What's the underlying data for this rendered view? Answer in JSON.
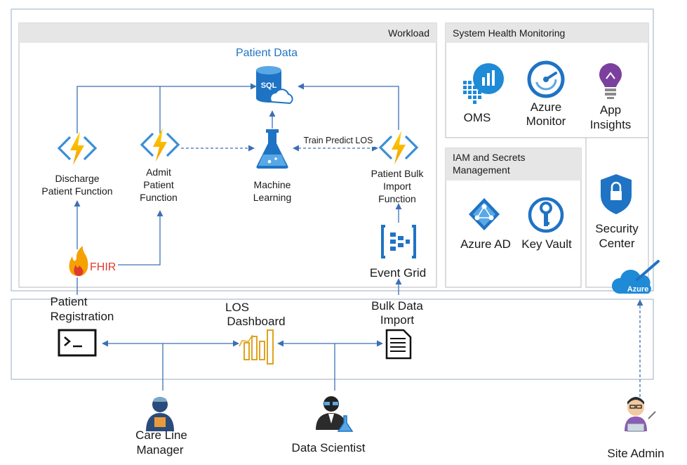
{
  "panels": {
    "workload": "Workload",
    "system_health": "System Health Monitoring",
    "iam_line1": "IAM and Secrets",
    "iam_line2": "Management"
  },
  "title": "Patient Data",
  "sql_text": "SQL",
  "fhir_text": "FHIR",
  "azure_text": "Azure",
  "train_predict": "Train Predict LOS",
  "nodes": {
    "discharge": [
      "Discharge",
      "Patient Function"
    ],
    "admit": [
      "Admit",
      "Patient",
      "Function"
    ],
    "ml": [
      "Machine",
      "Learning"
    ],
    "bulk_fn": [
      "Patient Bulk",
      "Import",
      "Function"
    ],
    "event_grid": "Event Grid",
    "oms": "OMS",
    "azure_monitor": [
      "Azure",
      "Monitor"
    ],
    "app_insights": [
      "App",
      "Insights"
    ],
    "azure_ad": "Azure AD",
    "key_vault": "Key Vault",
    "security_center": [
      "Security",
      "Center"
    ],
    "patient_reg": [
      "Patient",
      "Registration"
    ],
    "los_dashboard": [
      "LOS",
      "Dashboard"
    ],
    "bulk_data": [
      "Bulk Data",
      "Import"
    ]
  },
  "people": {
    "care_line": [
      "Care Line",
      "Manager"
    ],
    "data_scientist": "Data Scientist",
    "site_admin": "Site Admin"
  },
  "colors": {
    "connector": "#3b6fb6",
    "azure_blue": "#1f73c4",
    "function_yellow": "#f6c200",
    "panel_header": "#e6e6e6",
    "fhir_red": "#e03a2f"
  }
}
